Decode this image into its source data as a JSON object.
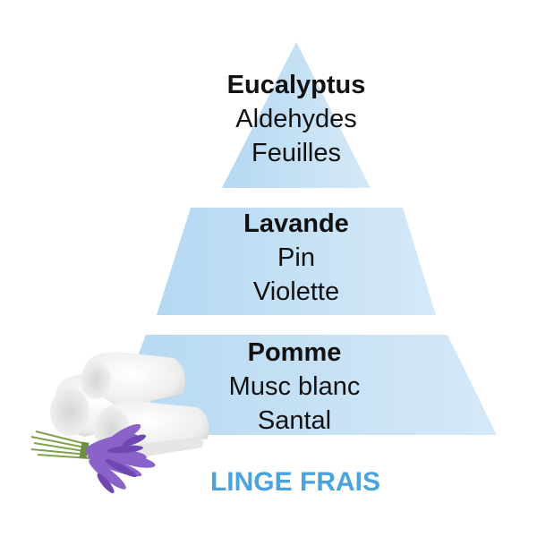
{
  "diagram": {
    "type": "fragrance-pyramid",
    "title": "LINGE FRAIS",
    "tiers": [
      {
        "level": "top",
        "head": "Eucalyptus",
        "notes": [
          "Aldehydes",
          "Feuilles"
        ]
      },
      {
        "level": "heart",
        "head": "Lavande",
        "notes": [
          "Pin",
          "Violette"
        ]
      },
      {
        "level": "base",
        "head": "Pomme",
        "notes": [
          "Musc blanc",
          "Santal"
        ]
      }
    ],
    "illustration": [
      "rolled-white-towels",
      "lavender-bouquet"
    ],
    "colors": {
      "tier_fill_left": "#b7d9f2",
      "tier_fill_right": "#d3e8f7",
      "title": "#4aa3dc",
      "text": "#111111"
    }
  }
}
